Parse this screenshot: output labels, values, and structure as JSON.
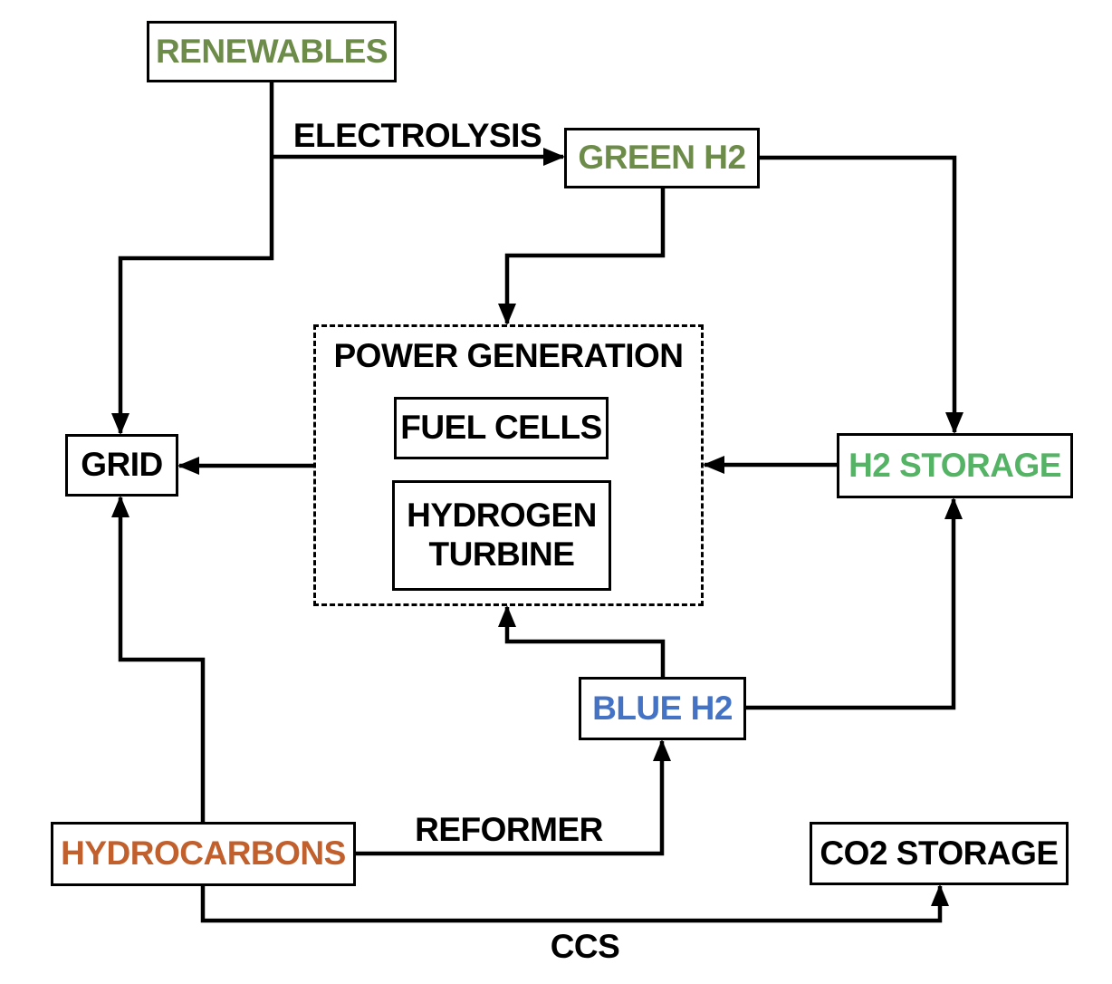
{
  "nodes": {
    "renewables": {
      "label": "RENEWABLES"
    },
    "green_h2": {
      "label": "GREEN H2"
    },
    "power_generation": {
      "label": "POWER GENERATION"
    },
    "fuel_cells": {
      "label": "FUEL CELLS"
    },
    "hydrogen_turbine": {
      "label": "HYDROGEN TURBINE"
    },
    "grid": {
      "label": "GRID"
    },
    "h2_storage": {
      "label": "H2 STORAGE"
    },
    "blue_h2": {
      "label": "BLUE H2"
    },
    "hydrocarbons": {
      "label": "HYDROCARBONS"
    },
    "co2_storage": {
      "label": "CO2 STORAGE"
    }
  },
  "edge_labels": {
    "electrolysis": "ELECTROLYSIS",
    "reformer": "REFORMER",
    "ccs": "CCS"
  },
  "colors": {
    "renewables_text": "#6D8C4A",
    "green_h2_text": "#6D8C4A",
    "h2_storage_text": "#54B364",
    "blue_h2_text": "#4472C4",
    "hydrocarbons_text": "#C1602C",
    "line": "#000000"
  }
}
